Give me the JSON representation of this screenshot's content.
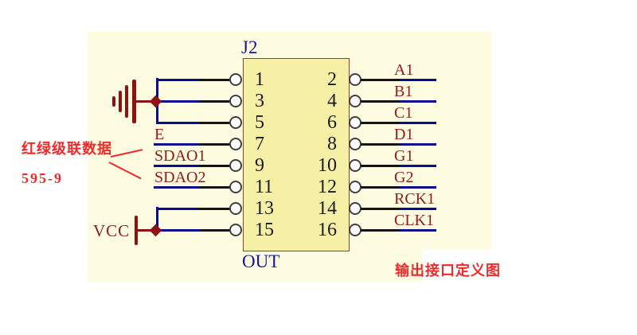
{
  "connector": {
    "designator": "J2",
    "name": "OUT",
    "rows": [
      {
        "left_pin": "1",
        "right_pin": "2",
        "right_label": "A1"
      },
      {
        "left_pin": "3",
        "right_pin": "4",
        "right_label": "B1"
      },
      {
        "left_pin": "5",
        "right_pin": "6",
        "right_label": "C1"
      },
      {
        "left_pin": "7",
        "right_pin": "8",
        "left_label": "E",
        "right_label": "D1"
      },
      {
        "left_pin": "9",
        "right_pin": "10",
        "left_label": "SDAO1",
        "right_label": "G1"
      },
      {
        "left_pin": "11",
        "right_pin": "12",
        "left_label": "SDAO2",
        "right_label": "G2"
      },
      {
        "left_pin": "13",
        "right_pin": "14",
        "right_label": "RCK1"
      },
      {
        "left_pin": "15",
        "right_pin": "16",
        "right_label": "CLK1"
      }
    ]
  },
  "power": {
    "vcc_label": "VCC",
    "ground_icon": "ground-icon",
    "vcc_icon": "vcc-bar-icon"
  },
  "annotations": {
    "cascade_note": "红绿级联数据",
    "chip_note": "595-9",
    "caption": "输出接口定义图"
  },
  "colors": {
    "page_background": "#FFFFFF",
    "sheet_background": "#FDFBE0",
    "component_fill": "#F5F0A6",
    "component_border": "#A63A2A",
    "wire_blue": "#0B0B8E",
    "pin_stub_black": "#141414",
    "symbol_dark_red": "#8E1212",
    "net_label_dark_red": "#941A1A",
    "designator_blue": "#16169B",
    "annotation_red": "#EE2B2B"
  }
}
